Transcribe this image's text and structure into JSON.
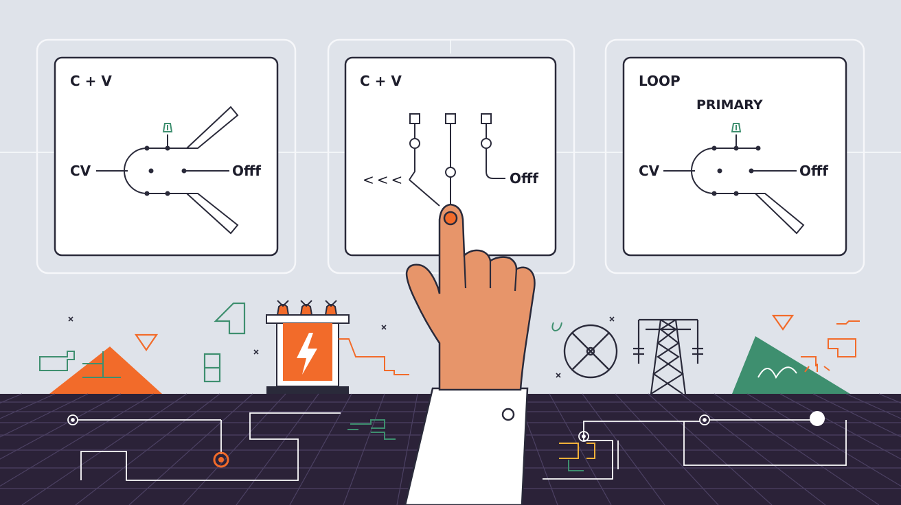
{
  "panels": [
    {
      "title": "C + V",
      "left_label": "CV",
      "right_label": "Offf"
    },
    {
      "title": "C + V",
      "left_label": "<<<",
      "right_label": "Offf"
    },
    {
      "title": "LOOP",
      "subtitle": "PRIMARY",
      "left_label": "CV",
      "right_label": "Offf"
    }
  ],
  "colors": {
    "background": "#dfe3ea",
    "panel_fill": "#ffffff",
    "panel_border": "#2a2a3a",
    "floor": "#2b2238",
    "accent_orange": "#f26b2a",
    "accent_green": "#3e8f6f",
    "skin": "#e7956a",
    "sleeve": "#ffffff"
  },
  "icons": [
    "lightning-icon",
    "transmission-tower-icon",
    "wheel-icon",
    "pointing-hand"
  ]
}
